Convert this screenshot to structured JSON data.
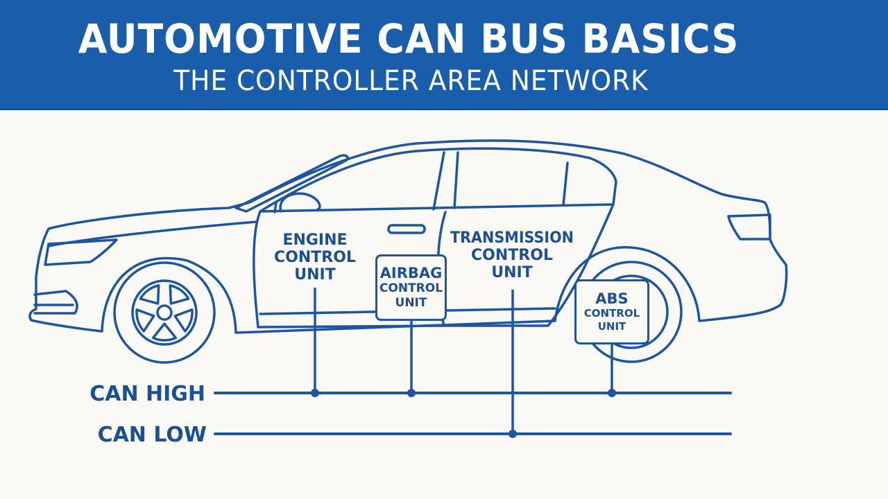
{
  "header": {
    "title": "AUTOMOTIVE CAN BUS BASICS",
    "subtitle": "THE CONTROLLER AREA NETWORK"
  },
  "colors": {
    "banner": "#1a5eab",
    "line": "#1d55a0",
    "text": "#1d4f94",
    "background": "#faf9f6"
  },
  "ecus": {
    "engine": {
      "line1": "ENGINE",
      "line2": "CONTROL",
      "line3": "UNIT",
      "bus": "CAN HIGH"
    },
    "airbag": {
      "line1": "AIRBAG",
      "line2": "CONTROL",
      "line3": "UNIT",
      "bus": "CAN HIGH"
    },
    "transmission": {
      "line1": "TRANSMISSION",
      "line2": "CONTROL",
      "line3": "UNIT",
      "bus": "CAN LOW"
    },
    "abs": {
      "line1": "ABS",
      "line2": "CONTROL",
      "line3": "UNIT",
      "bus": "CAN HIGH"
    }
  },
  "bus": {
    "high_label": "CAN HIGH",
    "low_label": "CAN LOW"
  }
}
